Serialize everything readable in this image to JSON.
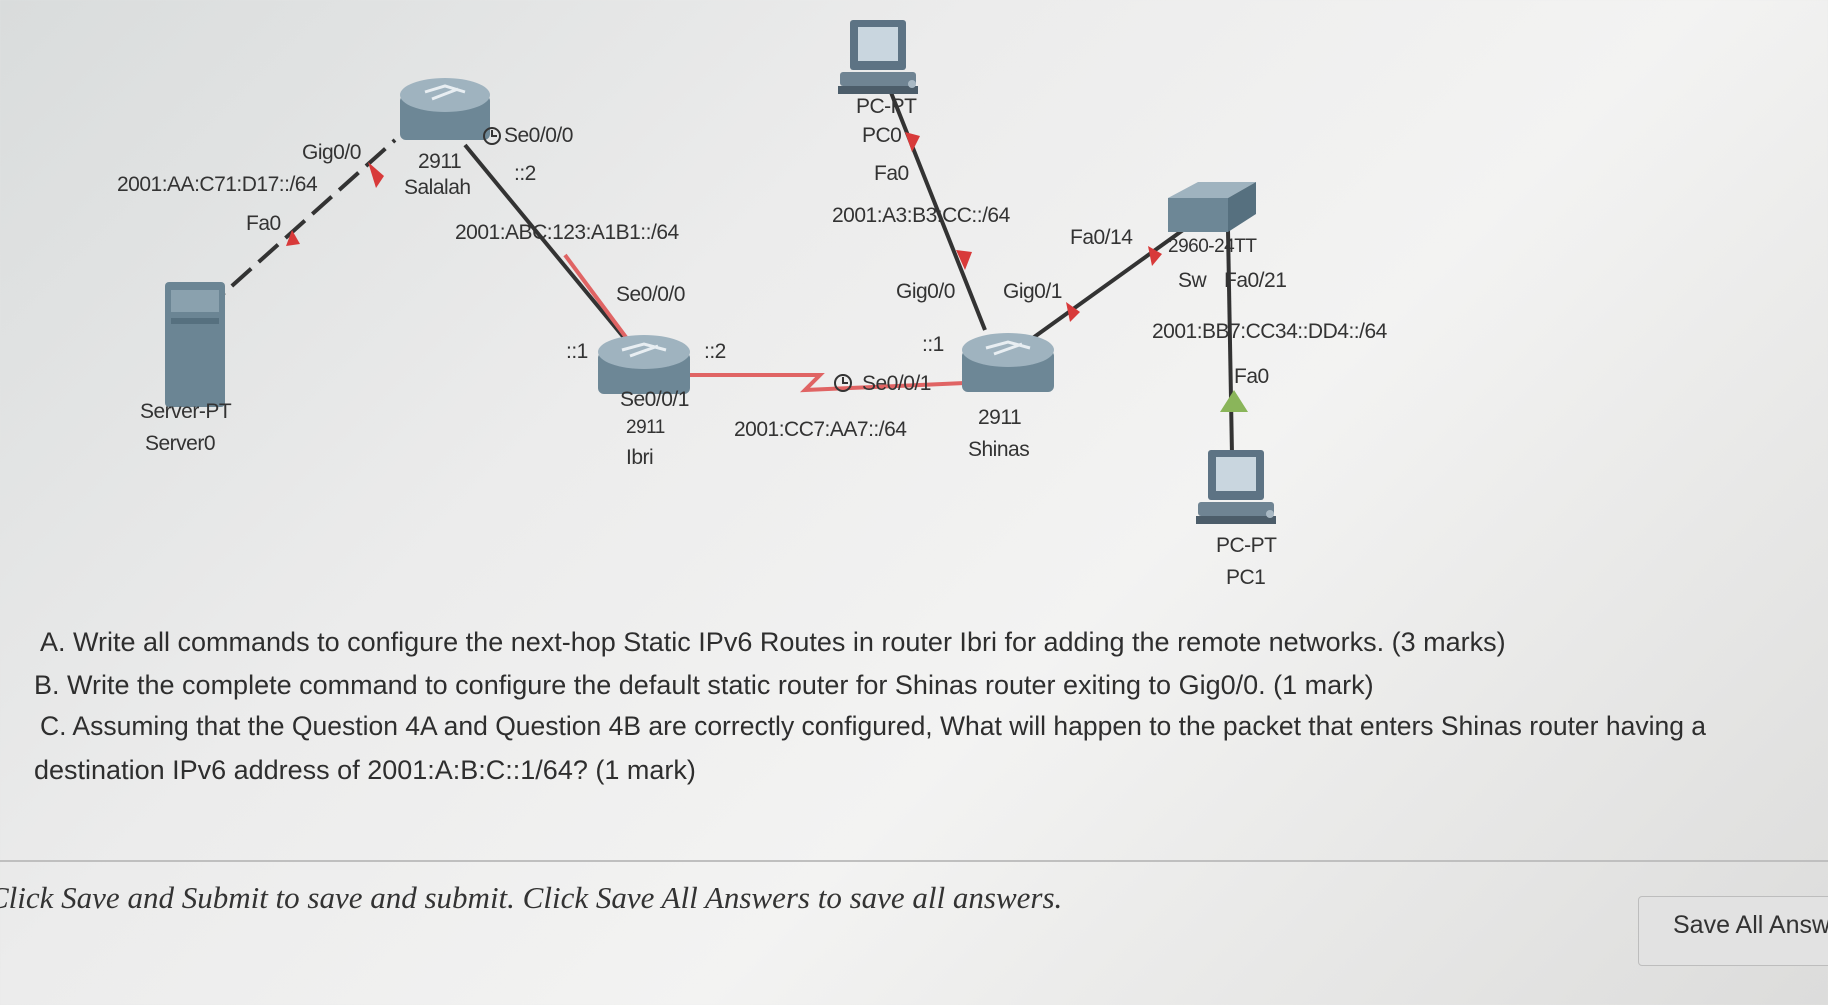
{
  "topology": {
    "server": {
      "type": "Server-PT",
      "name": "Server0",
      "iface": "Fa0"
    },
    "salalah": {
      "model": "2911",
      "name": "Salalah",
      "gig": "Gig0/0",
      "serial": "Se0/0/0",
      "serial_addr": "::2"
    },
    "ibri": {
      "model": "2911",
      "name": "Ibri",
      "se000": "Se0/0/0",
      "se001": "Se0/0/1",
      "addr_left": "::1",
      "addr_right": "::2"
    },
    "shinas": {
      "model": "2911",
      "name": "Shinas",
      "gig00": "Gig0/0",
      "gig01": "Gig0/1",
      "se001": "Se0/0/1",
      "addr": "::1"
    },
    "pc0": {
      "type": "PC-PT",
      "name": "PC0",
      "iface": "Fa0"
    },
    "switch": {
      "model": "2960-24TT",
      "name": "Sw",
      "fa014": "Fa0/14",
      "fa021": "Fa0/21"
    },
    "pc1": {
      "type": "PC-PT",
      "name": "PC1",
      "iface": "Fa0"
    },
    "networks": {
      "server_net": "2001:AA:C71:D17::/64",
      "salalah_ibri": "2001:ABC:123:A1B1::/64",
      "ibri_shinas": "2001:CC7:AA7::/64",
      "pc0_net": "2001:A3:B3:CC::/64",
      "pc1_net": "2001:BB7:CC34::DD4::/64"
    }
  },
  "questions": {
    "a": "A. Write all commands to configure the next-hop Static IPv6 Routes in router Ibri for adding the remote networks.  (3 marks)",
    "b": "B. Write the complete command to configure the default static router for Shinas router exiting to Gig0/0. (1 mark)",
    "c_line1": "C. Assuming that the Question 4A and Question 4B are correctly configured, What will happen to the packet that enters Shinas router having a",
    "c_line2": "destination IPv6 address of 2001:A:B:C::1/64? (1 mark)"
  },
  "footer": {
    "instruction": "Click Save and Submit to save and submit. Click Save All Answers to save all answers.",
    "save_all_label": "Save All Answers"
  }
}
